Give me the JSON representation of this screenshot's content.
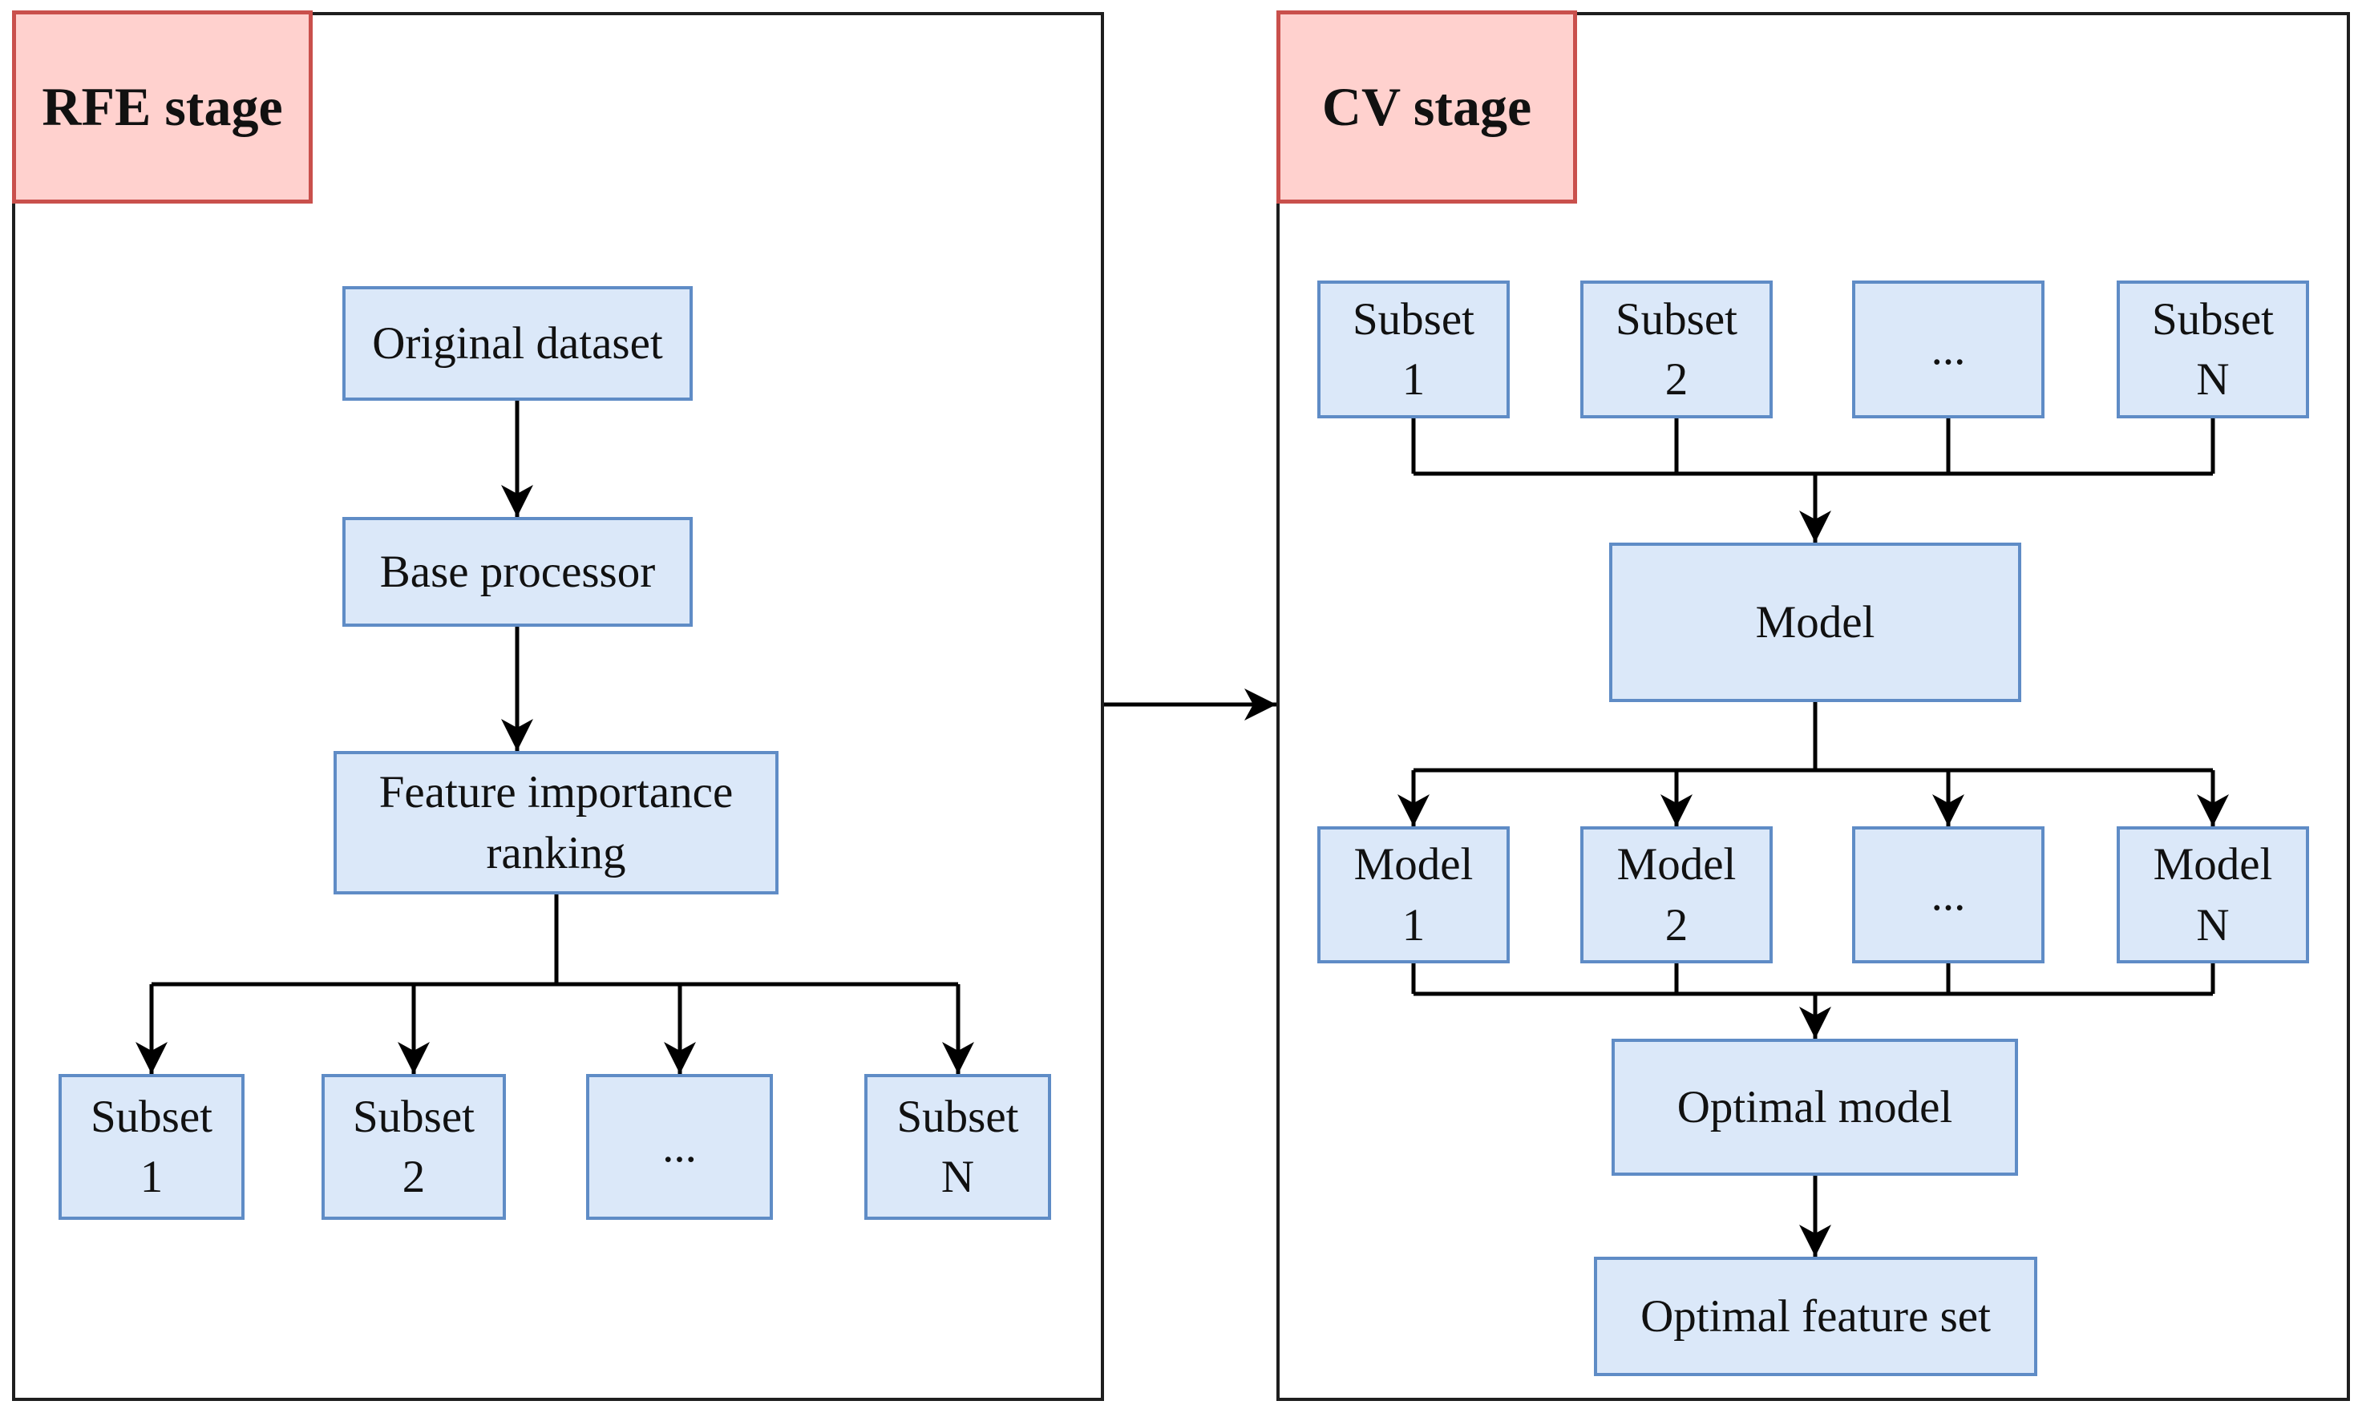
{
  "rfe": {
    "label": "RFE stage",
    "nodes": [
      {
        "id": "original-dataset",
        "label": "Original dataset"
      },
      {
        "id": "base-processor",
        "label": "Base processor"
      },
      {
        "id": "feature-importance-ranking",
        "label": "Feature importance ranking"
      },
      {
        "id": "subset-1",
        "line1": "Subset",
        "line2": "1"
      },
      {
        "id": "subset-2",
        "line1": "Subset",
        "line2": "2"
      },
      {
        "id": "subset-ellipsis",
        "label": "..."
      },
      {
        "id": "subset-n",
        "line1": "Subset",
        "line2": "N"
      }
    ]
  },
  "cv": {
    "label": "CV stage",
    "nodes": [
      {
        "id": "subset-1",
        "line1": "Subset",
        "line2": "1"
      },
      {
        "id": "subset-2",
        "line1": "Subset",
        "line2": "2"
      },
      {
        "id": "subset-ellipsis",
        "label": "..."
      },
      {
        "id": "subset-n",
        "line1": "Subset",
        "line2": "N"
      },
      {
        "id": "model",
        "label": "Model"
      },
      {
        "id": "model-1",
        "line1": "Model",
        "line2": "1"
      },
      {
        "id": "model-2",
        "line1": "Model",
        "line2": "2"
      },
      {
        "id": "model-ellipsis",
        "label": "..."
      },
      {
        "id": "model-n",
        "line1": "Model",
        "line2": "N"
      },
      {
        "id": "optimal-model",
        "label": "Optimal model"
      },
      {
        "id": "optimal-feature-set",
        "label": "Optimal feature set"
      }
    ]
  },
  "colors": {
    "node_fill": "#dbe8f9",
    "node_border": "#5f8cc6",
    "stage_fill": "#ffd1ce",
    "stage_border": "#c9504c",
    "panel_border": "#1e1e1e",
    "connector": "#000000",
    "text": "#111111"
  }
}
